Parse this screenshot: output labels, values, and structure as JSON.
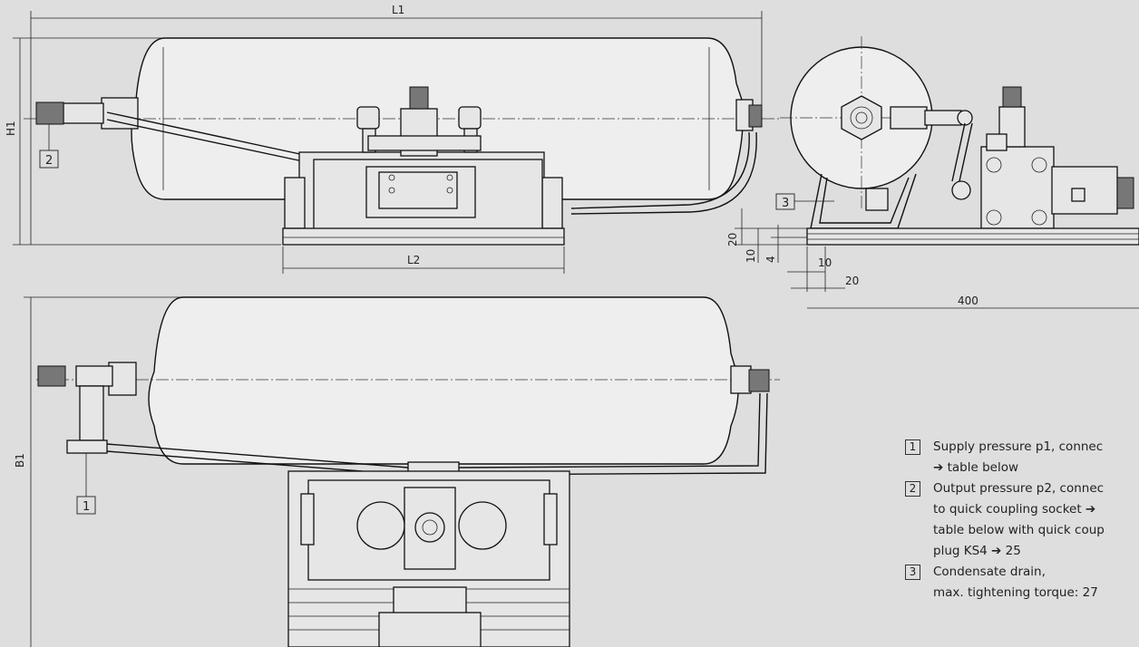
{
  "dimensions": {
    "L1": "L1",
    "H1": "H1",
    "L2": "L2",
    "B1": "B1",
    "d20": "20",
    "d10": "10",
    "d4": "4",
    "d10b": "10",
    "d20b": "20",
    "d400": "400"
  },
  "callouts": [
    "1",
    "2",
    "3"
  ],
  "legend": [
    {
      "num": "1",
      "text": "Supply pressure p1, connec\n➔ table below"
    },
    {
      "num": "2",
      "text": "Output pressure p2, connec\nto quick coupling socket ➔\ntable below with quick coup\nplug KS4 ➔ 25"
    },
    {
      "num": "3",
      "text": "Condensate drain,\nmax. tightening torque: 27"
    }
  ]
}
